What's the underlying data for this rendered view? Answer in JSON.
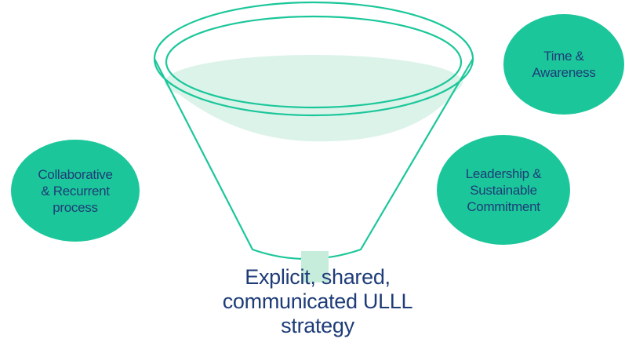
{
  "funnel": {
    "rim_color": "#1bc79a",
    "fill_color": "#dcf3ea",
    "spout_color": "#c6ecdc",
    "outcome_text": "Explicit, shared,\ncommunicated ULLL\nstrategy"
  },
  "bubbles": [
    {
      "label": "Time &\nAwareness",
      "color": "#1bc79a"
    },
    {
      "label": "Collaborative\n& Recurrent\nprocess",
      "color": "#1bc79a"
    },
    {
      "label": "Leadership &\nSustainable\nCommitment",
      "color": "#1bc79a"
    }
  ],
  "text_color": "#1e3c78"
}
